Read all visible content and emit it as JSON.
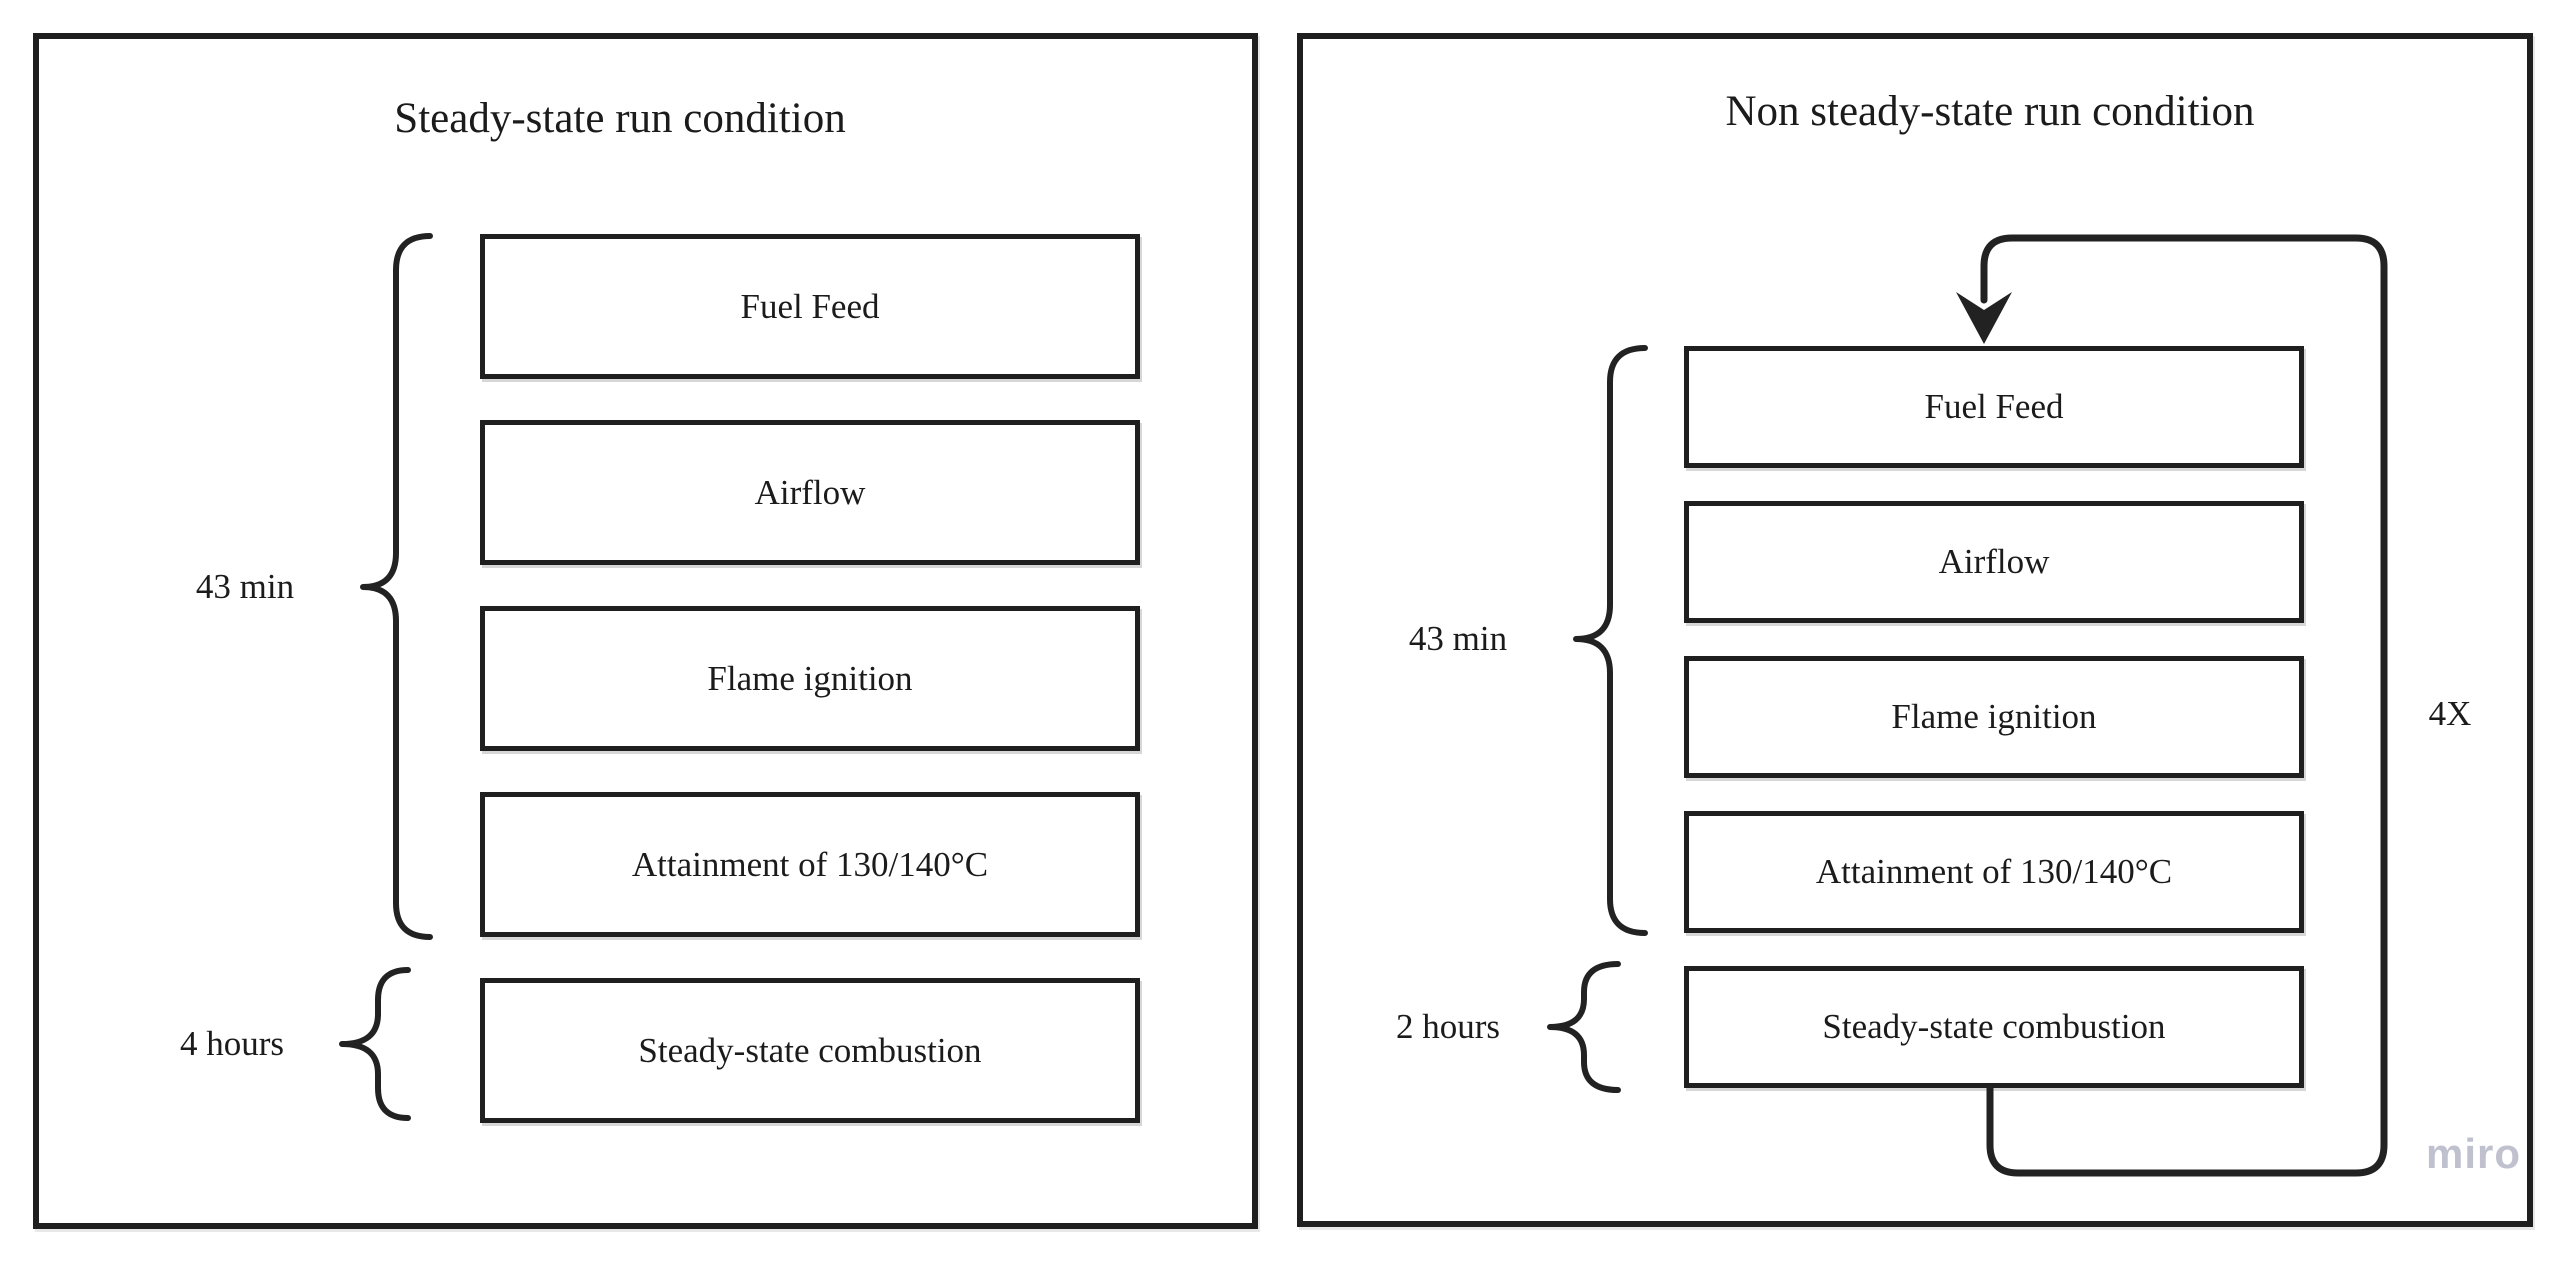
{
  "left_panel": {
    "title": "Steady-state run condition",
    "steps": [
      "Fuel Feed",
      "Airflow",
      "Flame ignition",
      "Attainment of 130/140°C",
      "Steady-state combustion"
    ],
    "startup_duration": "43 min",
    "steady_duration": "4 hours"
  },
  "right_panel": {
    "title": "Non steady-state run condition",
    "steps": [
      "Fuel Feed",
      "Airflow",
      "Flame ignition",
      "Attainment of 130/140°C",
      "Steady-state combustion"
    ],
    "startup_duration": "43 min",
    "steady_duration": "2 hours",
    "loop_count_label": "4X"
  },
  "watermark": "miro",
  "colors": {
    "line": "#222222",
    "border": "#1f1f1f",
    "text": "#1b1b1b",
    "background": "#ffffff",
    "watermark": "#c0c1cf"
  }
}
